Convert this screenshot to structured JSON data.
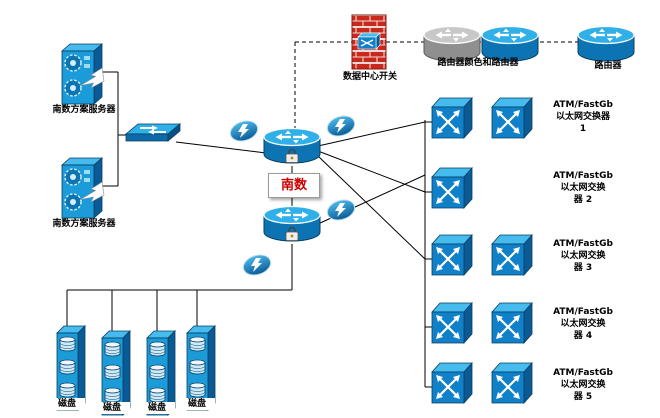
{
  "diagram": {
    "server1_label": "南数方案服务器",
    "server2_label": "南数方案服务器",
    "firewall_label": "数据中心开关",
    "router_cluster_label": "路由器颜色和路由器",
    "router_right_label": "路由器",
    "core_badge": "南数",
    "atm": [
      {
        "line1": "ATM/FastGb",
        "line2": "以太网交换器",
        "line3": "1"
      },
      {
        "line1": "ATM/FastGb",
        "line2": "以太网交换",
        "line3": "器 2"
      },
      {
        "line1": "ATM/FastGb",
        "line2": "以太网交换",
        "line3": "器 3"
      },
      {
        "line1": "ATM/FastGb",
        "line2": "以太网交换",
        "line3": "器 4"
      },
      {
        "line1": "ATM/FastGb",
        "line2": "以太网交换",
        "line3": "器 5"
      }
    ],
    "disks": [
      {
        "label": "磁盘"
      },
      {
        "label": "磁盘"
      },
      {
        "label": "磁盘"
      },
      {
        "label": "磁盘"
      }
    ],
    "icons": {
      "server": "server-tower-icon",
      "switch": "flat-switch-icon",
      "router": "router-cylinder-icon",
      "router_gray": "router-gray-icon",
      "firewall": "firewall-brick-icon",
      "atm_switch": "atm-switch-cube-icon",
      "disk": "disk-tower-icon",
      "lightning": "lightning-bolt-icon",
      "lock": "padlock-icon"
    },
    "colors": {
      "device_blue": "#1b9cd8",
      "device_dark": "#0d6aa8",
      "device_light": "#45bbee",
      "firewall_red": "#c9281c",
      "router_gray": "#9a9a9a",
      "badge_red": "#cc0000",
      "line": "#000000"
    }
  }
}
